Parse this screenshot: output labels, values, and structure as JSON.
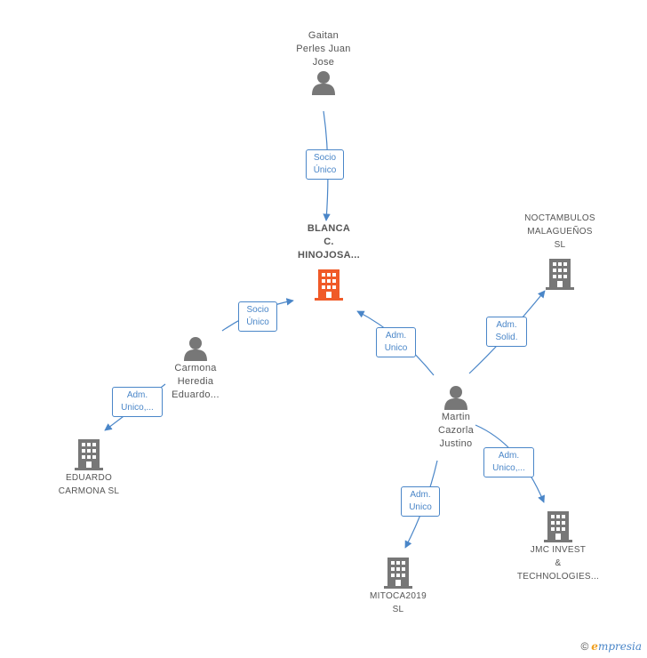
{
  "nodes": {
    "gaitan": {
      "label": "Gaitan\nPerles Juan\nJose"
    },
    "blanca": {
      "label": "BLANCA\nC.\nHINOJOSA..."
    },
    "noctambulos": {
      "label": "NOCTAMBULOS\nMALAGUEÑOS\nSL"
    },
    "carmona": {
      "label": "Carmona\nHeredia\nEduardo..."
    },
    "martin": {
      "label": "Martin\nCazorla\nJustino"
    },
    "eduardo_sl": {
      "label": "EDUARDO\nCARMONA  SL"
    },
    "jmc": {
      "label": "JMC INVEST\n&\nTECHNOLOGIES..."
    },
    "mitoca": {
      "label": "MITOCA2019\nSL"
    }
  },
  "edges": {
    "gaitan_blanca": {
      "label": "Socio\nÚnico"
    },
    "carmona_blanca": {
      "label": "Socio\nÚnico"
    },
    "martin_blanca": {
      "label": "Adm.\nUnico"
    },
    "martin_noctambulos": {
      "label": "Adm.\nSolid."
    },
    "carmona_eduardo": {
      "label": "Adm.\nUnico,..."
    },
    "martin_jmc": {
      "label": "Adm.\nUnico,..."
    },
    "martin_mitoca": {
      "label": "Adm.\nUnico"
    }
  },
  "footer": {
    "copyright": "©",
    "brand_first": "e",
    "brand_rest": "mpresia"
  },
  "colors": {
    "accent": "#4a86c8",
    "center_node": "#f05a28",
    "node_gray": "#777777"
  }
}
